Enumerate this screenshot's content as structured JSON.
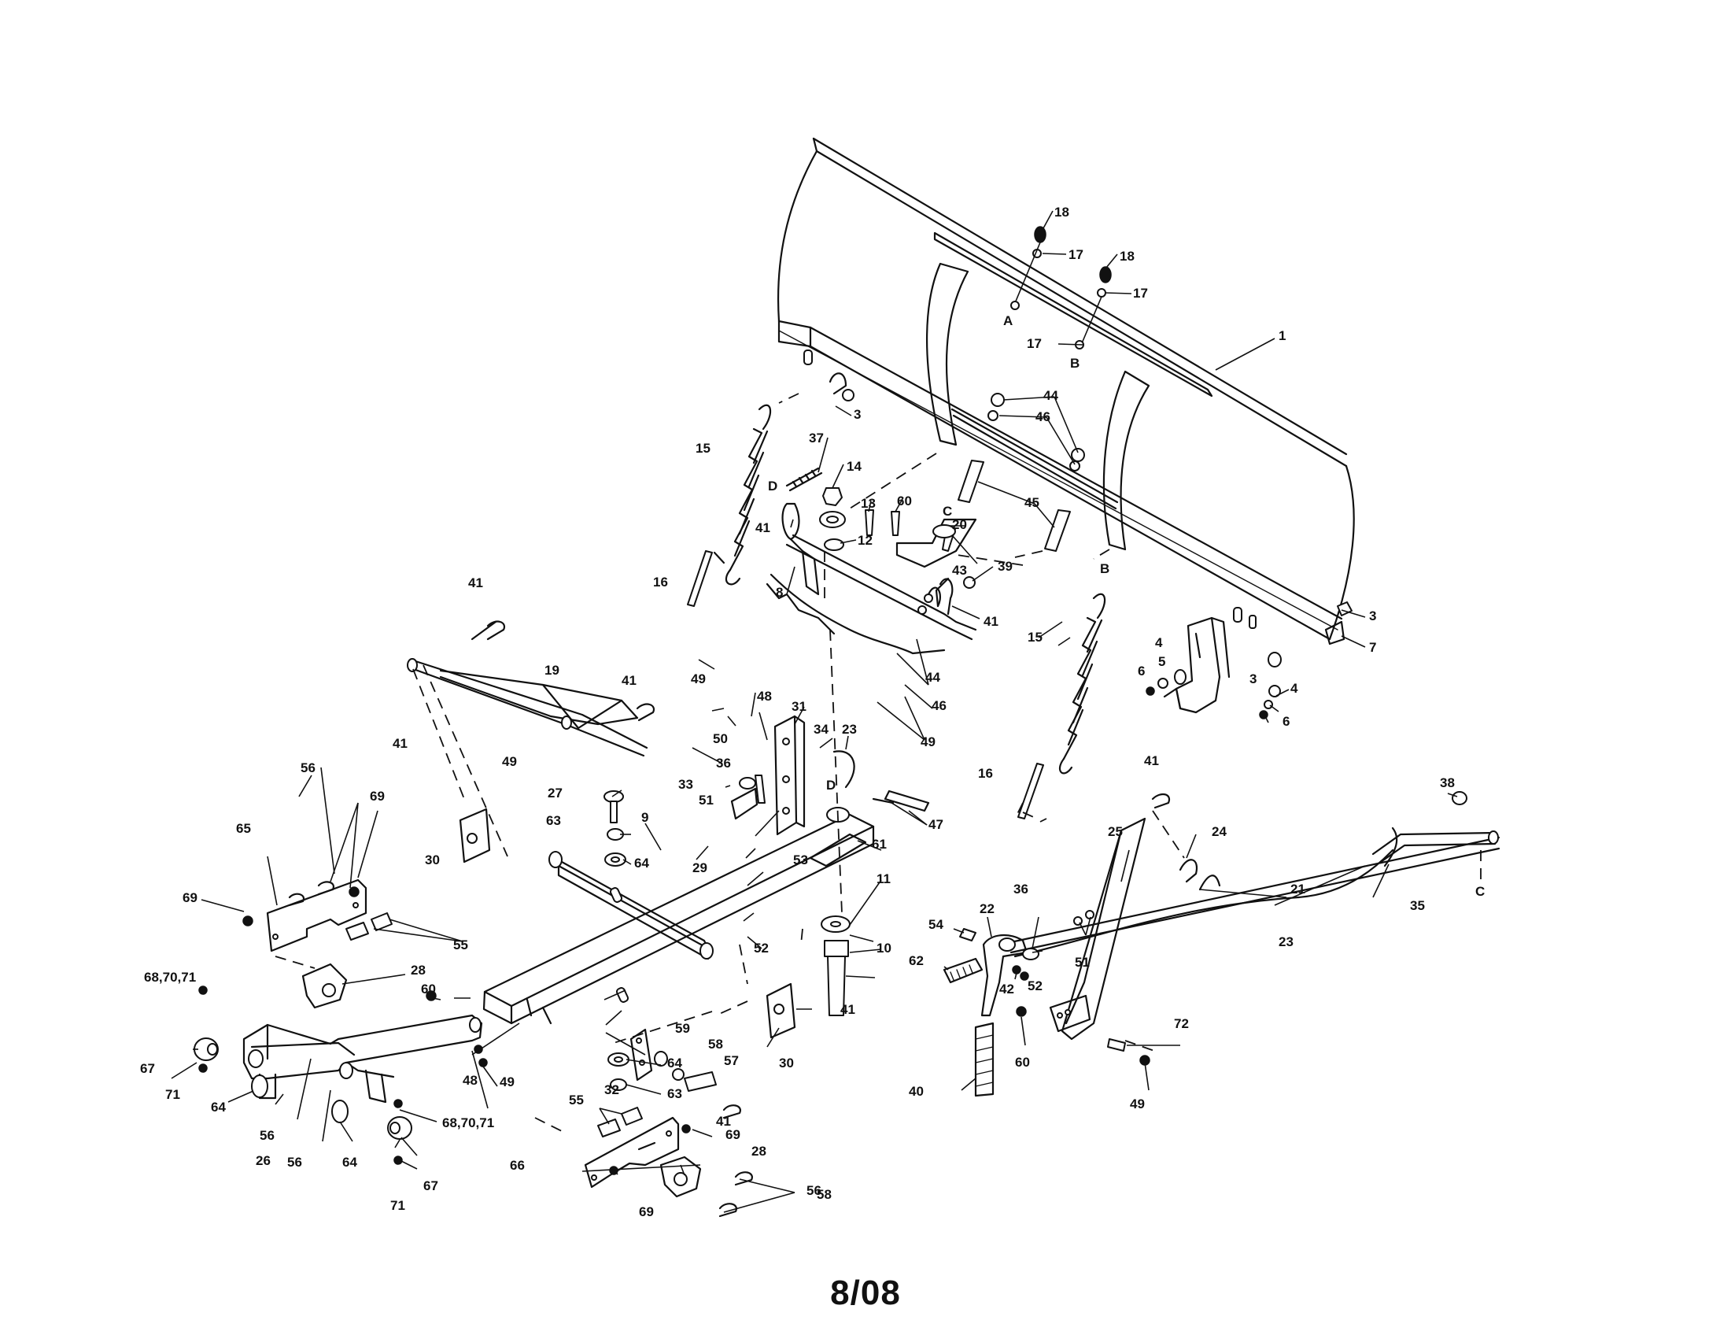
{
  "date_code": "8/08",
  "callouts": [
    {
      "id": "c1",
      "text": "1"
    },
    {
      "id": "c3a",
      "text": "3"
    },
    {
      "id": "c3b",
      "text": "3"
    },
    {
      "id": "c3c",
      "text": "3"
    },
    {
      "id": "c4a",
      "text": "4"
    },
    {
      "id": "c4b",
      "text": "4"
    },
    {
      "id": "c5",
      "text": "5"
    },
    {
      "id": "c6a",
      "text": "6"
    },
    {
      "id": "c6b",
      "text": "6"
    },
    {
      "id": "c7",
      "text": "7"
    },
    {
      "id": "c8",
      "text": "8"
    },
    {
      "id": "c9",
      "text": "9"
    },
    {
      "id": "c10",
      "text": "10"
    },
    {
      "id": "c11",
      "text": "11"
    },
    {
      "id": "c12",
      "text": "12"
    },
    {
      "id": "c13",
      "text": "13"
    },
    {
      "id": "c14",
      "text": "14"
    },
    {
      "id": "c15a",
      "text": "15"
    },
    {
      "id": "c15b",
      "text": "15"
    },
    {
      "id": "c16a",
      "text": "16"
    },
    {
      "id": "c16b",
      "text": "16"
    },
    {
      "id": "c17a",
      "text": "17"
    },
    {
      "id": "c17b",
      "text": "17"
    },
    {
      "id": "c17c",
      "text": "17"
    },
    {
      "id": "c18a",
      "text": "18"
    },
    {
      "id": "c18b",
      "text": "18"
    },
    {
      "id": "c19",
      "text": "19"
    },
    {
      "id": "c20",
      "text": "20"
    },
    {
      "id": "c21",
      "text": "21"
    },
    {
      "id": "c22",
      "text": "22"
    },
    {
      "id": "c23a",
      "text": "23"
    },
    {
      "id": "c23b",
      "text": "23"
    },
    {
      "id": "c24",
      "text": "24"
    },
    {
      "id": "c25",
      "text": "25"
    },
    {
      "id": "c26",
      "text": "26"
    },
    {
      "id": "c27",
      "text": "27"
    },
    {
      "id": "c28a",
      "text": "28"
    },
    {
      "id": "c28b",
      "text": "28"
    },
    {
      "id": "c29",
      "text": "29"
    },
    {
      "id": "c30a",
      "text": "30"
    },
    {
      "id": "c30b",
      "text": "30"
    },
    {
      "id": "c31",
      "text": "31"
    },
    {
      "id": "c32",
      "text": "32"
    },
    {
      "id": "c33",
      "text": "33"
    },
    {
      "id": "c34",
      "text": "34"
    },
    {
      "id": "c35",
      "text": "35"
    },
    {
      "id": "c36a",
      "text": "36"
    },
    {
      "id": "c36b",
      "text": "36"
    },
    {
      "id": "c37",
      "text": "37"
    },
    {
      "id": "c38",
      "text": "38"
    },
    {
      "id": "c39",
      "text": "39"
    },
    {
      "id": "c40",
      "text": "40"
    },
    {
      "id": "c41a",
      "text": "41"
    },
    {
      "id": "c41b",
      "text": "41"
    },
    {
      "id": "c41c",
      "text": "41"
    },
    {
      "id": "c41d",
      "text": "41"
    },
    {
      "id": "c41e",
      "text": "41"
    },
    {
      "id": "c41f",
      "text": "41"
    },
    {
      "id": "c41g",
      "text": "41"
    },
    {
      "id": "c41h",
      "text": "41"
    },
    {
      "id": "c42",
      "text": "42"
    },
    {
      "id": "c43",
      "text": "43"
    },
    {
      "id": "c44a",
      "text": "44"
    },
    {
      "id": "c44b",
      "text": "44"
    },
    {
      "id": "c45",
      "text": "45"
    },
    {
      "id": "c46a",
      "text": "46"
    },
    {
      "id": "c46b",
      "text": "46"
    },
    {
      "id": "c47",
      "text": "47"
    },
    {
      "id": "c48a",
      "text": "48"
    },
    {
      "id": "c48b",
      "text": "48"
    },
    {
      "id": "c49a",
      "text": "49"
    },
    {
      "id": "c49b",
      "text": "49"
    },
    {
      "id": "c49c",
      "text": "49"
    },
    {
      "id": "c49d",
      "text": "49"
    },
    {
      "id": "c49e",
      "text": "49"
    },
    {
      "id": "c50",
      "text": "50"
    },
    {
      "id": "c51a",
      "text": "51"
    },
    {
      "id": "c51b",
      "text": "51"
    },
    {
      "id": "c52a",
      "text": "52"
    },
    {
      "id": "c52b",
      "text": "52"
    },
    {
      "id": "c53",
      "text": "53"
    },
    {
      "id": "c54",
      "text": "54"
    },
    {
      "id": "c55a",
      "text": "55"
    },
    {
      "id": "c55b",
      "text": "55"
    },
    {
      "id": "c56a",
      "text": "56"
    },
    {
      "id": "c56b",
      "text": "56"
    },
    {
      "id": "c56c",
      "text": "56"
    },
    {
      "id": "c56d",
      "text": "56"
    },
    {
      "id": "c57",
      "text": "57"
    },
    {
      "id": "c58",
      "text": "58"
    },
    {
      "id": "c59",
      "text": "59"
    },
    {
      "id": "c60a",
      "text": "60"
    },
    {
      "id": "c60b",
      "text": "60"
    },
    {
      "id": "c60c",
      "text": "60"
    },
    {
      "id": "c61",
      "text": "61"
    },
    {
      "id": "c62",
      "text": "62"
    },
    {
      "id": "c63a",
      "text": "63"
    },
    {
      "id": "c63b",
      "text": "63"
    },
    {
      "id": "c64a",
      "text": "64"
    },
    {
      "id": "c64b",
      "text": "64"
    },
    {
      "id": "c64c",
      "text": "64"
    },
    {
      "id": "c64d",
      "text": "64"
    },
    {
      "id": "c65",
      "text": "65"
    },
    {
      "id": "c66",
      "text": "66"
    },
    {
      "id": "c67a",
      "text": "67"
    },
    {
      "id": "c67b",
      "text": "67"
    },
    {
      "id": "c68a",
      "text": "68,70,71"
    },
    {
      "id": "c68b",
      "text": "68,70,71"
    },
    {
      "id": "c69a",
      "text": "69"
    },
    {
      "id": "c69b",
      "text": "69"
    },
    {
      "id": "c69c",
      "text": "69"
    },
    {
      "id": "c69d",
      "text": "69"
    },
    {
      "id": "c71a",
      "text": "71"
    },
    {
      "id": "c71b",
      "text": "71"
    },
    {
      "id": "c72",
      "text": "72"
    },
    {
      "id": "cA",
      "text": "A"
    },
    {
      "id": "cBa",
      "text": "B"
    },
    {
      "id": "cBb",
      "text": "B"
    },
    {
      "id": "cCa",
      "text": "C"
    },
    {
      "id": "cCb",
      "text": "C"
    },
    {
      "id": "cDa",
      "text": "D"
    },
    {
      "id": "cDb",
      "text": "D"
    },
    {
      "id": "c58b",
      "text": "58"
    }
  ]
}
